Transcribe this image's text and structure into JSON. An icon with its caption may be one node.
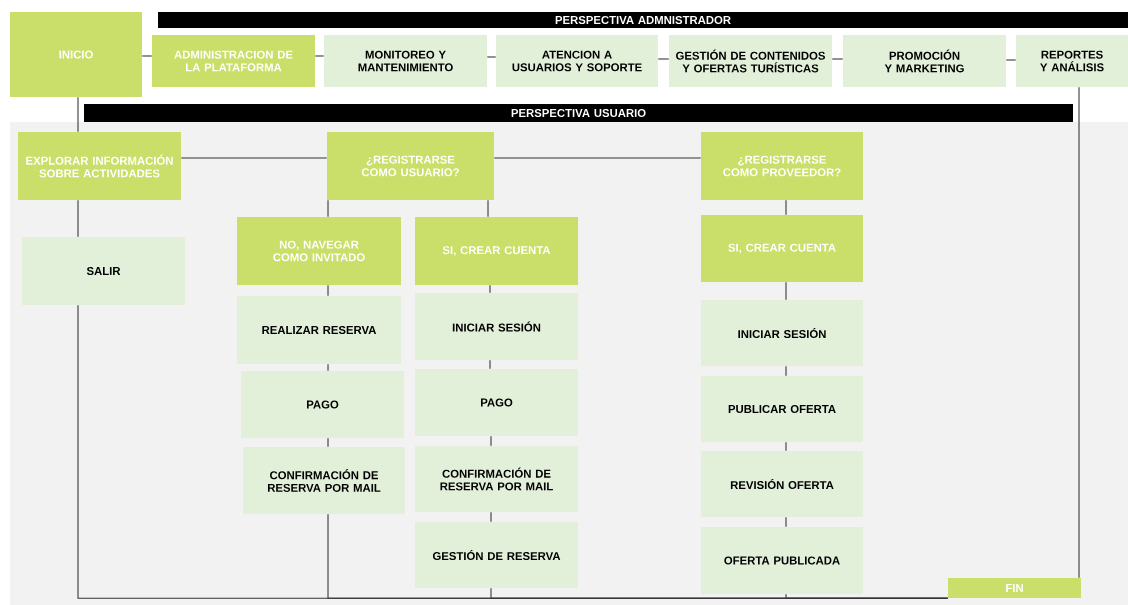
{
  "diagram": {
    "nodes": [
      {
        "text": [
          "INICIO"
        ]
      },
      {
        "text": [
          "PERSPECTIVA ADMNISTRADOR"
        ]
      },
      {
        "text": [
          "ADMINISTRACION DE LA PLATAFORMA"
        ]
      },
      {
        "text": [
          "MONITOREO Y MANTENIMIENTO"
        ]
      },
      {
        "text": [
          "ATENCION A USUARIOS Y SOPORTE"
        ]
      },
      {
        "text": [
          "GESTIÓN DE CONTENIDOS Y OFERTAS TURÍSTICAS"
        ]
      },
      {
        "text": [
          "PROMOCIÓN Y MARKETING"
        ]
      },
      {
        "text": [
          "REPORTES Y ANÁLISIS"
        ]
      },
      {
        "text": [
          "PERSPECTIVA USUARIO"
        ]
      },
      {
        "text": [
          "EXPLORAR INFORMACIÓN SOBRE ACTIVIDADES"
        ]
      },
      {
        "text": [
          "¿REGISTRARSE COMO USUARIO?"
        ]
      },
      {
        "text": [
          "¿REGISTRARSE COMO PROVEEDOR?"
        ]
      },
      {
        "text": [
          "SALIR"
        ]
      },
      {
        "text": [
          "NO, NAVEGAR COMO INVITADO"
        ]
      },
      {
        "text": [
          "SI, CREAR CUENTA"
        ]
      },
      {
        "text": [
          "SI, CREAR CUENTA"
        ]
      },
      {
        "text": [
          "REALIZAR RESERVA"
        ]
      },
      {
        "text": [
          "INICIAR SESIÓN"
        ]
      },
      {
        "text": [
          "INICIAR SESIÓN"
        ]
      },
      {
        "text": [
          "PAGO"
        ]
      },
      {
        "text": [
          "PAGO"
        ]
      },
      {
        "text": [
          "PUBLICAR OFERTA"
        ]
      },
      {
        "text": [
          "CONFIRMACIÓN DE RESERVA POR MAIL"
        ]
      },
      {
        "text": [
          "CONFIRMACIÓN DE RESERVA POR MAIL"
        ]
      },
      {
        "text": [
          "REVISIÓN OFERTA"
        ]
      },
      {
        "text": [
          "GESTIÓN DE RESERVA"
        ]
      },
      {
        "text": [
          "OFERTA PUBLICADA"
        ]
      },
      {
        "text": [
          "FIN"
        ]
      }
    ],
    "edges": [
      {
        "from": 0,
        "to": 2,
        "arrow": "none"
      },
      {
        "from": 2,
        "to": 3,
        "arrow": "none"
      },
      {
        "from": 3,
        "to": 4,
        "arrow": "none"
      },
      {
        "from": 4,
        "to": 5,
        "arrow": "none"
      },
      {
        "from": 5,
        "to": 6,
        "arrow": "none"
      },
      {
        "from": 6,
        "to": 7,
        "arrow": "none"
      },
      {
        "from": 0,
        "to": 9,
        "arrow": "none"
      },
      {
        "from": 9,
        "to": 10,
        "arrow": "none"
      },
      {
        "from": 10,
        "to": 11,
        "arrow": "none"
      },
      {
        "from": 9,
        "to": 12,
        "arrow": "none"
      },
      {
        "from": 10,
        "to": 13,
        "arrow": "none"
      },
      {
        "from": 10,
        "to": 14,
        "arrow": "none"
      },
      {
        "from": 11,
        "to": 15,
        "arrow": "none"
      },
      {
        "from": 13,
        "to": 16,
        "arrow": "none"
      },
      {
        "from": 16,
        "to": 19,
        "arrow": "none"
      },
      {
        "from": 19,
        "to": 22,
        "arrow": "none"
      },
      {
        "from": 14,
        "to": 17,
        "arrow": "none"
      },
      {
        "from": 17,
        "to": 20,
        "arrow": "none"
      },
      {
        "from": 20,
        "to": 23,
        "arrow": "none"
      },
      {
        "from": 23,
        "to": 25,
        "arrow": "none"
      },
      {
        "from": 15,
        "to": 18,
        "arrow": "none"
      },
      {
        "from": 18,
        "to": 21,
        "arrow": "none"
      },
      {
        "from": 21,
        "to": 24,
        "arrow": "none"
      },
      {
        "from": 24,
        "to": 26,
        "arrow": "none"
      },
      {
        "from": 12,
        "to": 27,
        "arrow": "none"
      },
      {
        "from": 22,
        "to": 27,
        "arrow": "none"
      },
      {
        "from": 25,
        "to": 27,
        "arrow": "none"
      },
      {
        "from": 26,
        "to": 27,
        "arrow": "none"
      },
      {
        "from": 7,
        "to": 27,
        "arrow": "none"
      }
    ]
  }
}
